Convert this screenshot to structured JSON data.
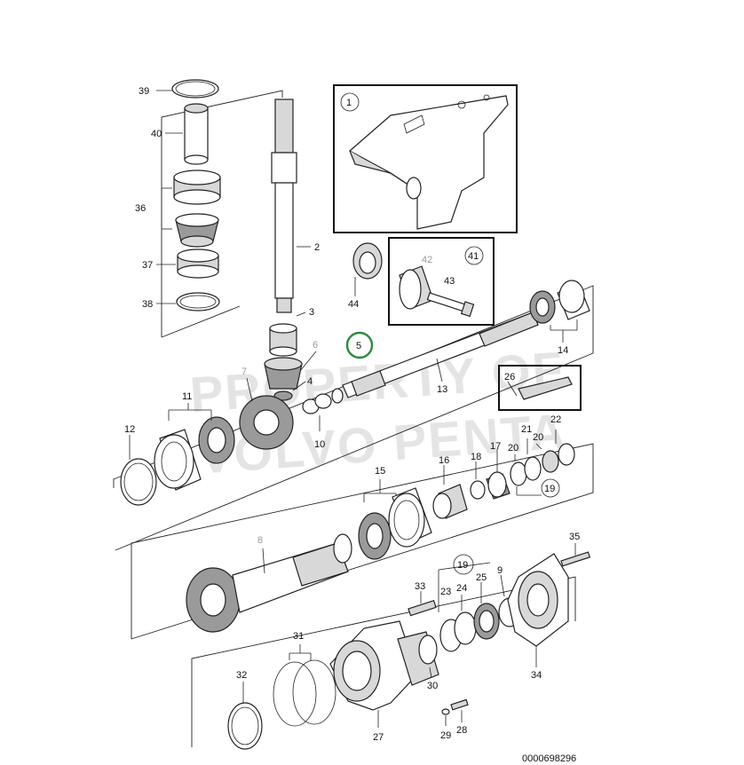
{
  "watermark": {
    "line1": "PROPERTY OF",
    "line2": "VOLVO PENTA"
  },
  "document_id": "0000698296",
  "labels": {
    "p1": "1",
    "p2": "2",
    "p3": "3",
    "p4": "4",
    "p5": "5",
    "p6": "6",
    "p7": "7",
    "p8": "8",
    "p9": "9",
    "p10": "10",
    "p11": "11",
    "p12": "12",
    "p13": "13",
    "p14": "14",
    "p15": "15",
    "p16": "16",
    "p17": "17",
    "p18": "18",
    "p19a": "19",
    "p19b": "19",
    "p20a": "20",
    "p20b": "20",
    "p21": "21",
    "p22": "22",
    "p23": "23",
    "p24": "24",
    "p25": "25",
    "p26": "26",
    "p27": "27",
    "p28": "28",
    "p29": "29",
    "p30": "30",
    "p31": "31",
    "p32": "32",
    "p33": "33",
    "p34": "34",
    "p35": "35",
    "p36": "36",
    "p37": "37",
    "p38": "38",
    "p39": "39",
    "p40": "40",
    "p41": "41",
    "p42": "42",
    "p43": "43",
    "p44": "44"
  },
  "highlight_color": "#2e8b3a"
}
